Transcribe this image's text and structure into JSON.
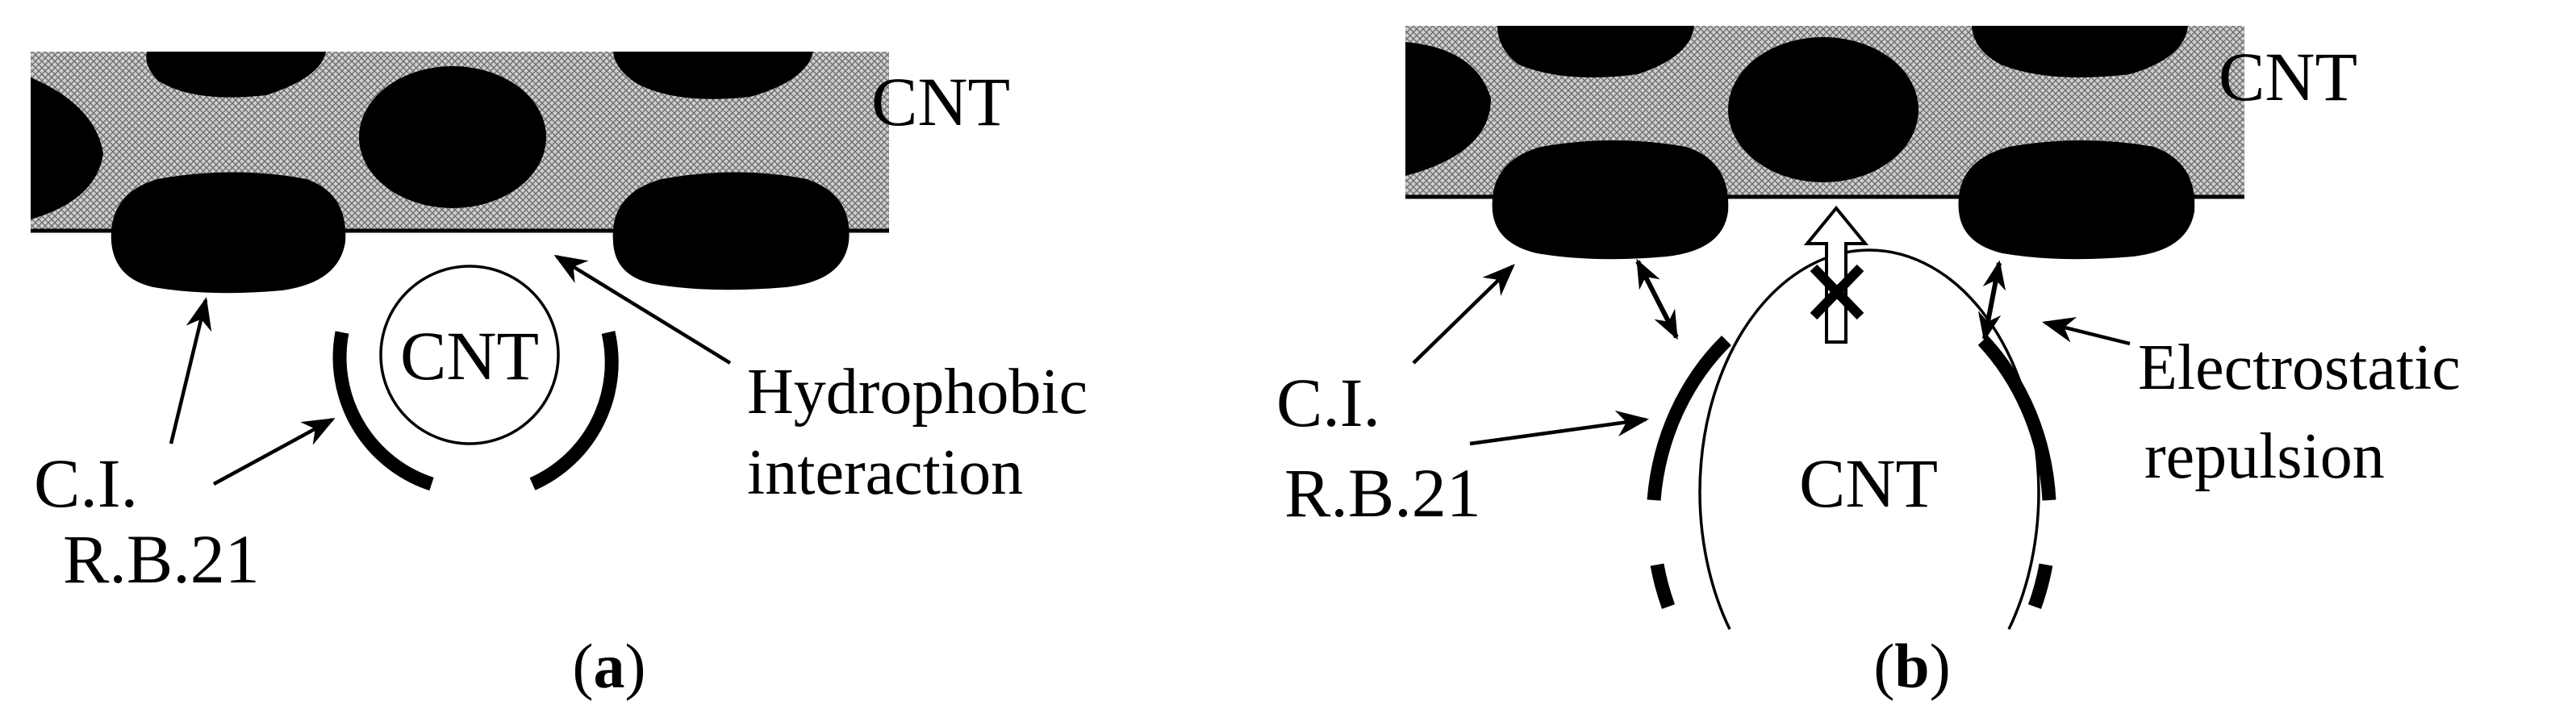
{
  "panel_a": {
    "caption_open": "(",
    "caption_letter": "a",
    "caption_close": ")",
    "cnt_surface_label": "CNT",
    "cnt_tube_label": "CNT",
    "dye_label_line1": "C.I.",
    "dye_label_line2": "R.B.21",
    "interaction_label_line1": "Hydrophobic",
    "interaction_label_line2": "interaction"
  },
  "panel_b": {
    "caption_open": "(",
    "caption_letter": "b",
    "caption_close": ")",
    "cnt_surface_label": "CNT",
    "cnt_tube_label": "CNT",
    "dye_label_line1": "C.I.",
    "dye_label_line2": "R.B.21",
    "interaction_label_line1": "Electrostatic",
    "interaction_label_line2": "repulsion"
  },
  "colors": {
    "ink": "#000000",
    "background": "#ffffff",
    "hatch_fill": "#bdbdbd"
  }
}
